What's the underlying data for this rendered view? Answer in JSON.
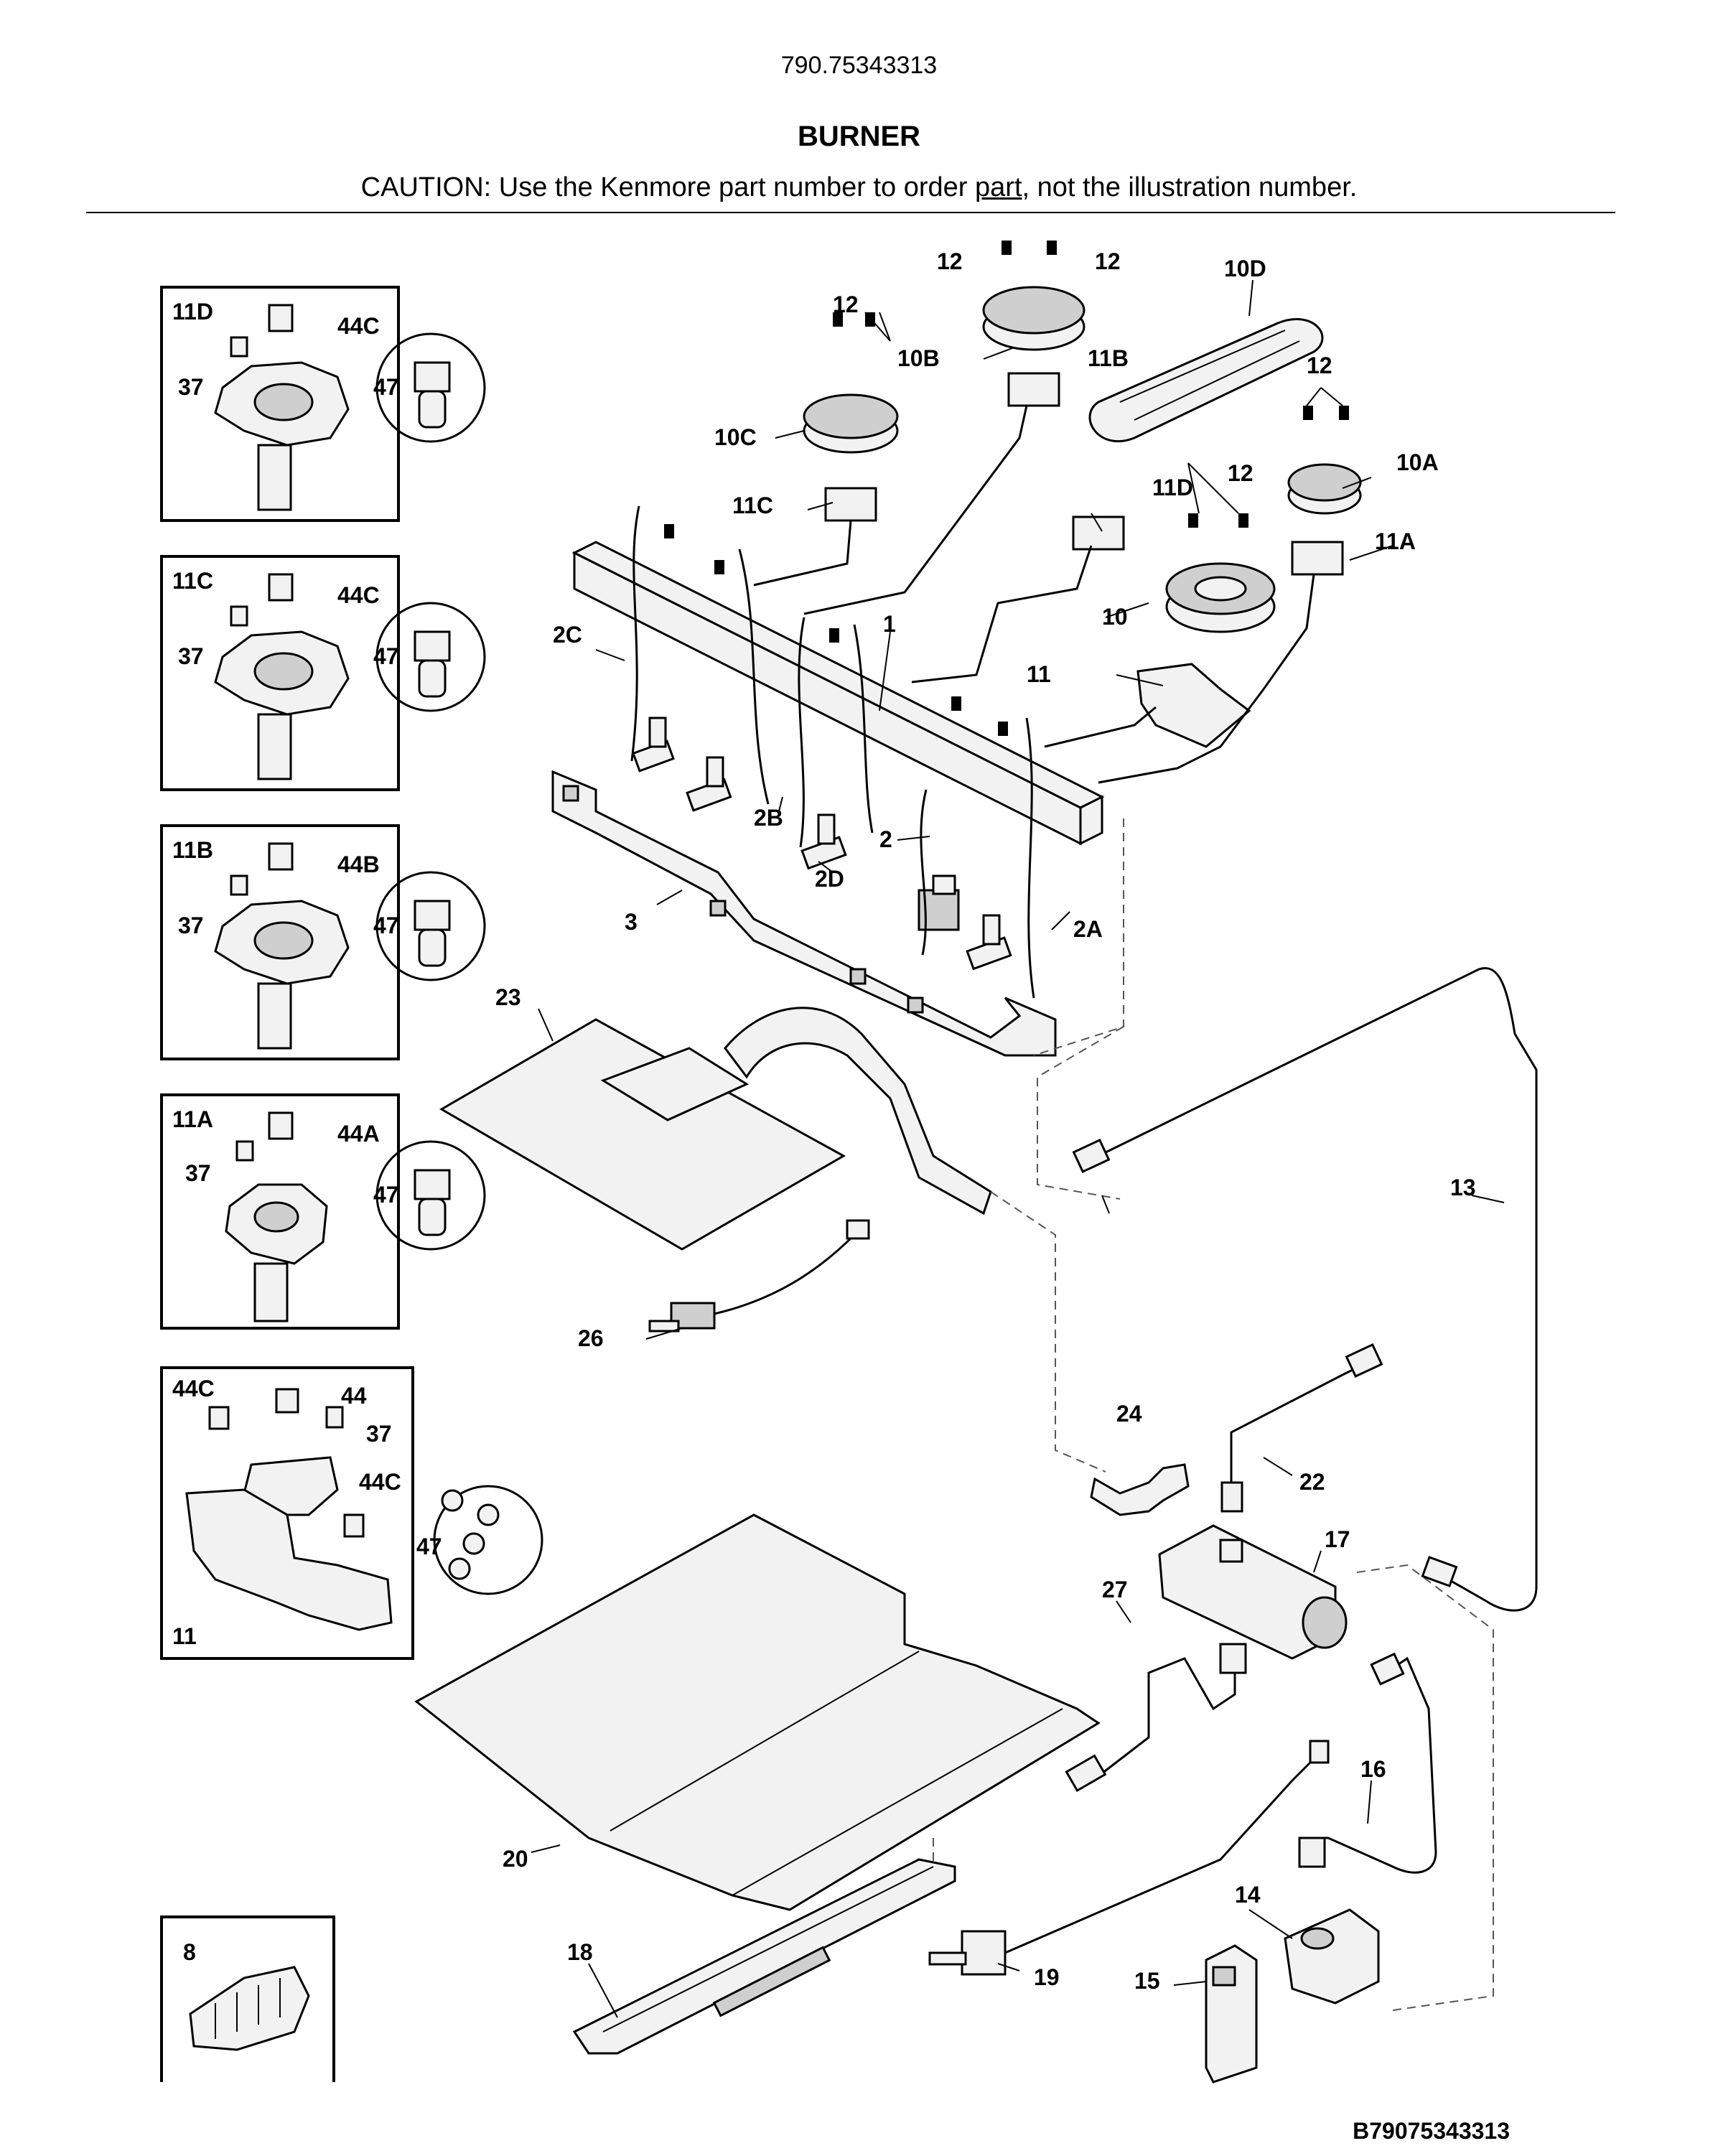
{
  "header": {
    "model_number": "790.75343313",
    "title": "BURNER",
    "caution_prefix": "CAUTION: Use the Kenmore part number to order ",
    "caution_link": "part",
    "caution_suffix": ", not the illustration number."
  },
  "diagram_code": "B79075343313",
  "labels": {
    "l1": "1",
    "l2": "2",
    "l2A": "2A",
    "l2B": "2B",
    "l2C": "2C",
    "l2D": "2D",
    "l3": "3",
    "l10": "10",
    "l10A": "10A",
    "l10B": "10B",
    "l10C": "10C",
    "l10D": "10D",
    "l11": "11",
    "l11A": "11A",
    "l11B": "11B",
    "l11C": "11C",
    "l11D": "11D",
    "l12a": "12",
    "l12b": "12",
    "l12c": "12",
    "l12d": "12",
    "l12e": "12",
    "l13": "13",
    "l14": "14",
    "l15": "15",
    "l16": "16",
    "l17": "17",
    "l18": "18",
    "l19": "19",
    "l20": "20",
    "l22": "22",
    "l23": "23",
    "l24": "24",
    "l26": "26",
    "l27": "27"
  },
  "insets": {
    "i11D": {
      "title": "11D",
      "a": "44C",
      "b": "37",
      "c": "47"
    },
    "i11C": {
      "title": "11C",
      "a": "44C",
      "b": "37",
      "c": "47"
    },
    "i11B": {
      "title": "11B",
      "a": "44B",
      "b": "37",
      "c": "47"
    },
    "i11A": {
      "title": "11A",
      "a": "44A",
      "b": "37",
      "c": "47"
    },
    "i11": {
      "title": "11",
      "a": "44C",
      "b": "44",
      "c": "37",
      "d": "44C",
      "e": "47"
    },
    "i8": {
      "title": "8"
    }
  }
}
